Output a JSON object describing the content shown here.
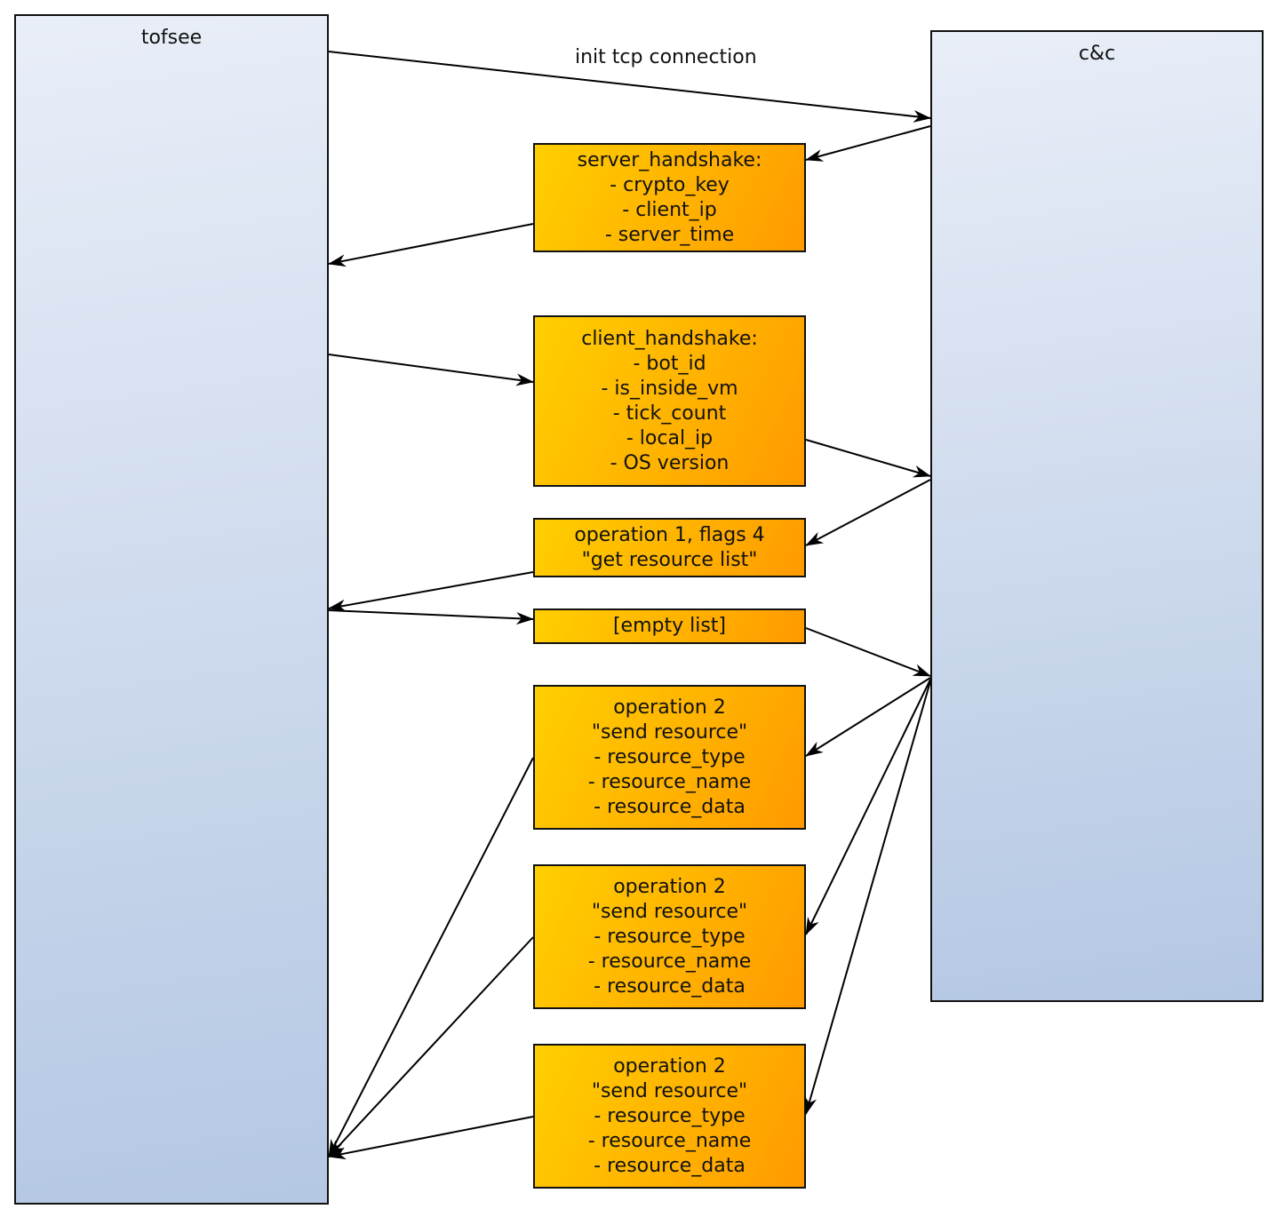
{
  "lanes": {
    "left": {
      "title": "tofsee"
    },
    "right": {
      "title": "c&c"
    }
  },
  "edge_label": "init tcp connection",
  "messages": [
    {
      "lines": [
        "server_handshake:",
        "- crypto_key",
        "- client_ip",
        "- server_time"
      ]
    },
    {
      "lines": [
        "client_handshake:",
        "- bot_id",
        "- is_inside_vm",
        "- tick_count",
        "- local_ip",
        "- OS version"
      ]
    },
    {
      "lines": [
        "operation 1, flags 4",
        "\"get resource list\""
      ]
    },
    {
      "lines": [
        "[empty list]"
      ]
    },
    {
      "lines": [
        "operation 2",
        "\"send resource\"",
        "- resource_type",
        "- resource_name",
        "- resource_data"
      ]
    },
    {
      "lines": [
        "operation 2",
        "\"send resource\"",
        "- resource_type",
        "- resource_name",
        "- resource_data"
      ]
    },
    {
      "lines": [
        "operation 2",
        "\"send resource\"",
        "- resource_type",
        "- resource_name",
        "- resource_data"
      ]
    }
  ]
}
